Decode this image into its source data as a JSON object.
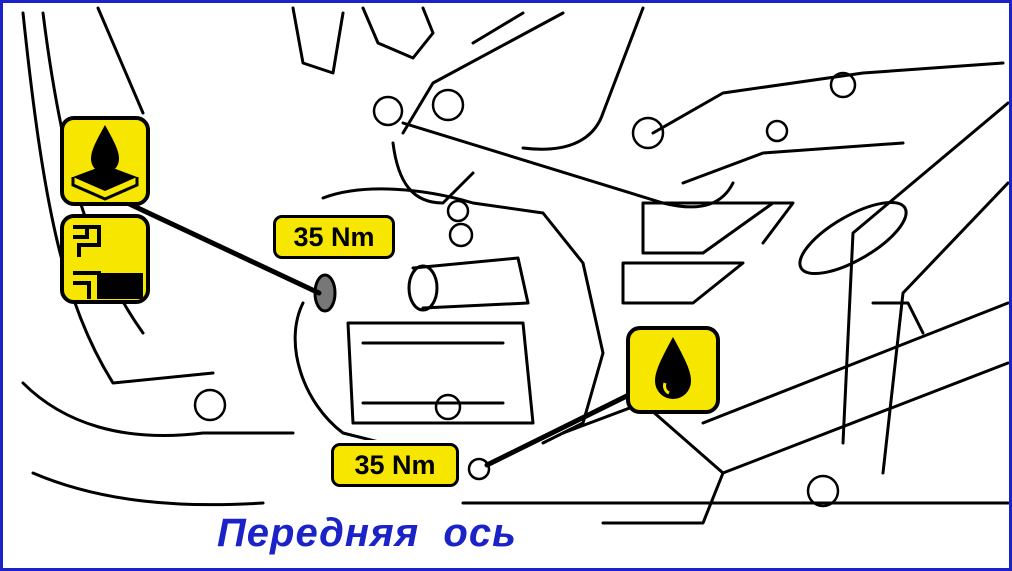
{
  "caption": "Передняя  ось",
  "labels": {
    "torque_upper": "35 Nm",
    "torque_lower": "35 Nm"
  },
  "icons": {
    "upper_left_top": "oil-can-drop-icon",
    "upper_left_bottom": "fluid-level-icon",
    "right": "oil-drop-icon"
  },
  "colors": {
    "label_fill": "#f7e600",
    "caption": "#1a22c8",
    "frame": "#1a22c8"
  }
}
